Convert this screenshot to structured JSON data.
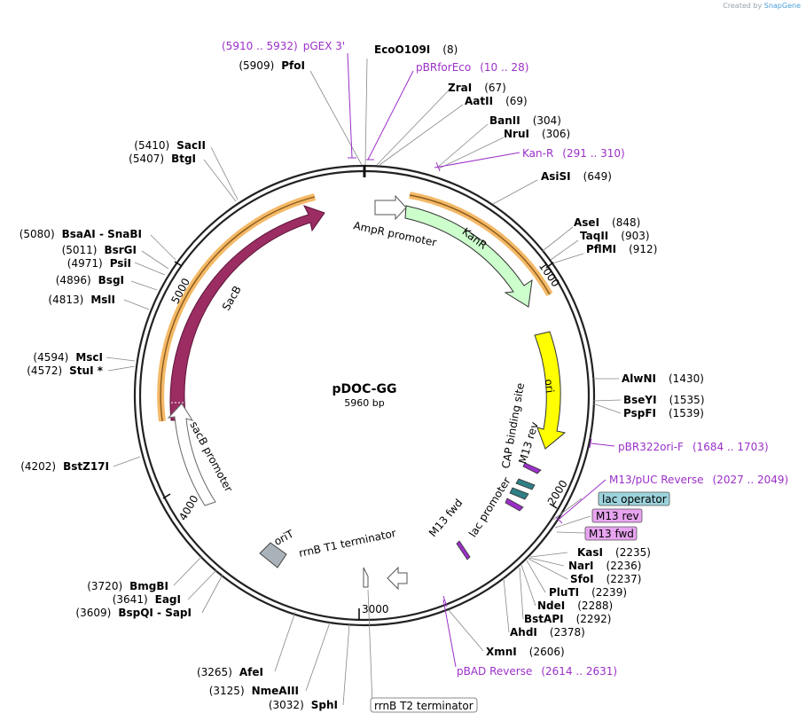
{
  "credit": {
    "prefix": "Created by",
    "brand": "SnapGene"
  },
  "plasmid": {
    "name": "pDOC-GG",
    "size": "5960 bp"
  },
  "ticks": [
    "1000",
    "2000",
    "3000",
    "4000",
    "5000"
  ],
  "features": {
    "ampr_promoter": "AmpR promoter",
    "kanr": "KanR",
    "ori": "ori",
    "sacb": "SacB",
    "sacb_promoter": "sacB promoter",
    "cap_site": "CAP binding site",
    "m13_rev": "M13 rev",
    "lac_promoter": "lac promoter",
    "m13_fwd": "M13 fwd",
    "oriT": "oriT",
    "rrnb_t1": "rrnB T1 terminator"
  },
  "boxed": {
    "lac_operator": "lac operator",
    "m13_rev_box": "M13 rev",
    "m13_fwd_box": "M13 fwd",
    "rrnb_t2": "rrnB T2 terminator"
  },
  "enzymes": [
    {
      "pre": "",
      "name": "EcoO109I",
      "post": "(8)"
    },
    {
      "pre": "(5909)",
      "name": "PfoI",
      "post": ""
    },
    {
      "pre": "",
      "name": "ZraI",
      "post": "(67)"
    },
    {
      "pre": "",
      "name": "AatII",
      "post": "(69)"
    },
    {
      "pre": "",
      "name": "BanII",
      "post": "(304)"
    },
    {
      "pre": "",
      "name": "NruI",
      "post": "(306)"
    },
    {
      "pre": "",
      "name": "AsiSI",
      "post": "(649)"
    },
    {
      "pre": "",
      "name": "AseI",
      "post": "(848)"
    },
    {
      "pre": "",
      "name": "TaqII",
      "post": "(903)"
    },
    {
      "pre": "",
      "name": "PflMI",
      "post": "(912)"
    },
    {
      "pre": "",
      "name": "AlwNI",
      "post": "(1430)"
    },
    {
      "pre": "",
      "name": "BseYI",
      "post": "(1535)"
    },
    {
      "pre": "",
      "name": "PspFI",
      "post": "(1539)"
    },
    {
      "pre": "",
      "name": "KasI",
      "post": "(2235)"
    },
    {
      "pre": "",
      "name": "NarI",
      "post": "(2236)"
    },
    {
      "pre": "",
      "name": "SfoI",
      "post": "(2237)"
    },
    {
      "pre": "",
      "name": "PluTI",
      "post": "(2239)"
    },
    {
      "pre": "",
      "name": "NdeI",
      "post": "(2288)"
    },
    {
      "pre": "",
      "name": "BstAPI",
      "post": "(2292)"
    },
    {
      "pre": "",
      "name": "AhdI",
      "post": "(2378)"
    },
    {
      "pre": "",
      "name": "XmnI",
      "post": "(2606)"
    },
    {
      "pre": "(5410)",
      "name": "SacII",
      "post": ""
    },
    {
      "pre": "(5407)",
      "name": "BtgI",
      "post": ""
    },
    {
      "pre": "(5080)",
      "name": "BsaAI  - SnaBI",
      "post": ""
    },
    {
      "pre": "(5011)",
      "name": "BsrGI",
      "post": ""
    },
    {
      "pre": "(4971)",
      "name": "PsiI",
      "post": ""
    },
    {
      "pre": "(4896)",
      "name": "BsgI",
      "post": ""
    },
    {
      "pre": "(4813)",
      "name": "MslI",
      "post": ""
    },
    {
      "pre": "(4594)",
      "name": "MscI",
      "post": ""
    },
    {
      "pre": "(4572)",
      "name": "StuI *",
      "post": ""
    },
    {
      "pre": "(4202)",
      "name": "BstZ17I",
      "post": ""
    },
    {
      "pre": "(3720)",
      "name": "BmgBI",
      "post": ""
    },
    {
      "pre": "(3641)",
      "name": "EagI",
      "post": ""
    },
    {
      "pre": "(3609)",
      "name": "BspQI  - SapI",
      "post": ""
    },
    {
      "pre": "(3265)",
      "name": "AfeI",
      "post": ""
    },
    {
      "pre": "(3125)",
      "name": "NmeAIII",
      "post": ""
    },
    {
      "pre": "(3032)",
      "name": "SphI",
      "post": ""
    }
  ],
  "primers": [
    {
      "a": "(5910 .. 5932)",
      "b": "pGEX 3'"
    },
    {
      "a": "pBRforEco",
      "b": "(10 .. 28)"
    },
    {
      "a": "Kan-R",
      "b": "(291 .. 310)"
    },
    {
      "a": "pBR322ori-F",
      "b": "(1684 .. 1703)"
    },
    {
      "a": "M13/pUC Reverse",
      "b": "(2027 .. 2049)"
    },
    {
      "a": "pBAD Reverse",
      "b": "(2614 .. 2631)"
    }
  ],
  "colors": {
    "kanr": "#ccffcc",
    "ori": "#ffff00",
    "sacb": "#9b2d63",
    "primer": "#9b30c8",
    "highlight": "#f4b967",
    "lac_operator": "#9dd3dc",
    "m13_box": "#e8a4f0"
  }
}
